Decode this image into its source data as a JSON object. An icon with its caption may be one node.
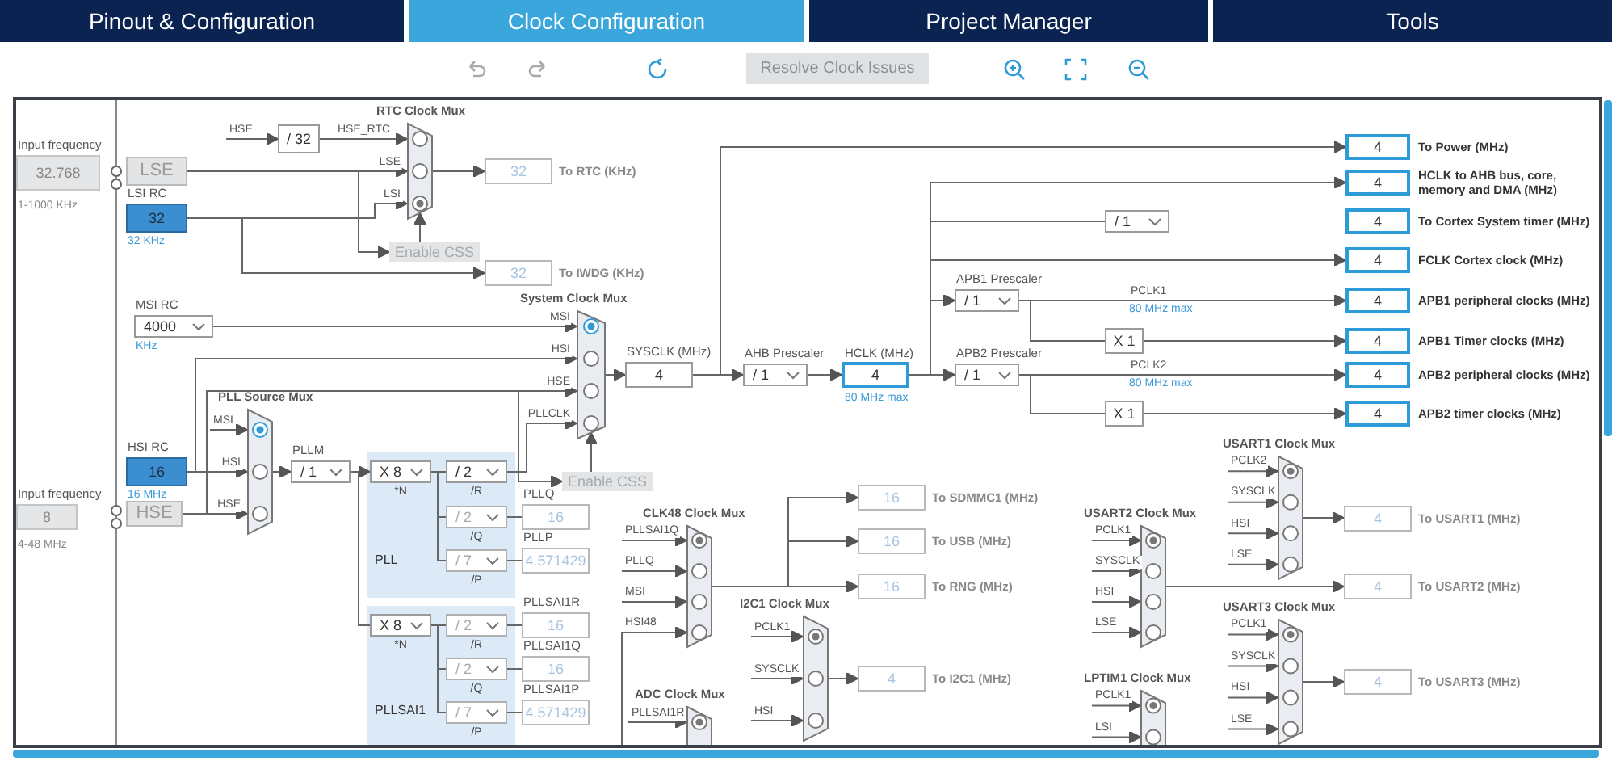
{
  "diagram": {
    "nodes": [
      {
        "text": [
          "Input frequency",
          "32.768",
          "1-1000 KHz"
        ]
      },
      {
        "text": [
          "LSE"
        ]
      },
      {
        "text": [
          "LSI RC",
          "32",
          "32 KHz"
        ]
      },
      {
        "text": [
          "MSI RC",
          "4000",
          "KHz"
        ]
      },
      {
        "text": [
          "HSI RC",
          "16",
          "16 MHz"
        ]
      },
      {
        "text": [
          "Input frequency",
          "8",
          "4-48 MHz"
        ]
      },
      {
        "text": [
          "HSE"
        ]
      },
      {
        "text": [
          "/ 32"
        ]
      },
      {
        "text": [
          "RTC Clock Mux"
        ]
      },
      {
        "text": [
          "32"
        ],
        "beside": [
          "To RTC (KHz)"
        ]
      },
      {
        "text": [
          "Enable CSS"
        ]
      },
      {
        "text": [
          "32"
        ],
        "beside": [
          "To IWDG (KHz)"
        ]
      },
      {
        "text": [
          "System Clock Mux"
        ]
      },
      {
        "text": [
          "PLL Source Mux"
        ]
      },
      {
        "text": [
          "PLLM",
          "/ 1"
        ]
      },
      {
        "text": [
          "PLL"
        ]
      },
      {
        "text": [
          "X 8",
          "*N"
        ],
        "in": 15
      },
      {
        "text": [
          "/ 2",
          "/R"
        ],
        "in": 15
      },
      {
        "text": [
          "/ 2",
          "/Q"
        ],
        "in": 15
      },
      {
        "text": [
          "/ 7",
          "/P"
        ],
        "in": 15
      },
      {
        "text": [
          "PLLQ",
          "16"
        ]
      },
      {
        "text": [
          "PLLP",
          "4.571429"
        ]
      },
      {
        "text": [
          "PLLSAI1"
        ]
      },
      {
        "text": [
          "X 8",
          "*N"
        ],
        "in": 22
      },
      {
        "text": [
          "/ 2",
          "/R"
        ],
        "in": 22
      },
      {
        "text": [
          "/ 2",
          "/Q"
        ],
        "in": 22
      },
      {
        "text": [
          "/ 7",
          "/P"
        ],
        "in": 22
      },
      {
        "text": [
          "PLLSAI1R",
          "16"
        ]
      },
      {
        "text": [
          "PLLSAI1Q",
          "16"
        ]
      },
      {
        "text": [
          "PLLSAI1P",
          "4.571429"
        ]
      },
      {
        "text": [
          "Enable CSS"
        ]
      },
      {
        "text": [
          "SYSCLK (MHz)",
          "4"
        ]
      },
      {
        "text": [
          "AHB Prescaler",
          "/ 1"
        ]
      },
      {
        "text": [
          "HCLK (MHz)",
          "4",
          "80 MHz max"
        ]
      },
      {
        "text": [
          "/ 1"
        ]
      },
      {
        "text": [
          "APB1 Prescaler",
          "/ 1"
        ]
      },
      {
        "text": [
          "APB2 Prescaler",
          "/ 1"
        ]
      },
      {
        "text": [
          "X 1"
        ]
      },
      {
        "text": [
          "X 1"
        ]
      },
      {
        "text": [
          "4"
        ],
        "beside": [
          "To Power (MHz)"
        ]
      },
      {
        "text": [
          "4"
        ],
        "beside": [
          "HCLK to AHB bus, core, memory and DMA (MHz)"
        ]
      },
      {
        "text": [
          "4"
        ],
        "beside": [
          "To Cortex System timer (MHz)"
        ]
      },
      {
        "text": [
          "4"
        ],
        "beside": [
          "FCLK Cortex clock (MHz)"
        ]
      },
      {
        "text": [
          "4"
        ],
        "beside": [
          "APB1 peripheral clocks (MHz)"
        ]
      },
      {
        "text": [
          "4"
        ],
        "beside": [
          "APB1 Timer clocks (MHz)"
        ]
      },
      {
        "text": [
          "4"
        ],
        "beside": [
          "APB2 peripheral clocks (MHz)"
        ]
      },
      {
        "text": [
          "4"
        ],
        "beside": [
          "APB2 timer clocks (MHz)"
        ]
      },
      {
        "text": [
          "CLK48 Clock Mux"
        ]
      },
      {
        "text": [
          "16"
        ],
        "beside": [
          "To SDMMC1 (MHz)"
        ]
      },
      {
        "text": [
          "16"
        ],
        "beside": [
          "To USB (MHz)"
        ]
      },
      {
        "text": [
          "16"
        ],
        "beside": [
          "To RNG (MHz)"
        ]
      },
      {
        "text": [
          "I2C1 Clock Mux"
        ]
      },
      {
        "text": [
          "4"
        ],
        "beside": [
          "To I2C1 (MHz)"
        ]
      },
      {
        "text": [
          "ADC Clock Mux"
        ]
      },
      {
        "text": [
          "USART1 Clock Mux"
        ]
      },
      {
        "text": [
          "4"
        ],
        "beside": [
          "To USART1 (MHz)"
        ]
      },
      {
        "text": [
          "USART2 Clock Mux"
        ]
      },
      {
        "text": [
          "4"
        ],
        "beside": [
          "To USART2 (MHz)"
        ]
      },
      {
        "text": [
          "USART3 Clock Mux"
        ]
      },
      {
        "text": [
          "4"
        ],
        "beside": [
          "To USART3 (MHz)"
        ]
      },
      {
        "text": [
          "LPTIM1 Clock Mux"
        ]
      }
    ],
    "edges": [
      {
        "from": null,
        "to": 7,
        "arrow": "to",
        "label": "HSE"
      },
      {
        "from": 7,
        "to": 8,
        "arrow": "to",
        "label": "HSE_RTC"
      },
      {
        "from": 1,
        "to": 8,
        "arrow": "to",
        "label": "LSE"
      },
      {
        "from": 2,
        "to": 8,
        "arrow": "to",
        "label": "LSI"
      },
      {
        "from": 1,
        "to": 10,
        "arrow": "to"
      },
      {
        "from": 10,
        "to": 8,
        "arrow": "to"
      },
      {
        "from": 8,
        "to": 9,
        "arrow": "to"
      },
      {
        "from": 2,
        "to": 11,
        "arrow": "to"
      },
      {
        "from": 3,
        "to": 12,
        "arrow": "to",
        "label": "MSI"
      },
      {
        "from": 4,
        "to": 12,
        "arrow": "to",
        "label": "HSI"
      },
      {
        "from": 6,
        "to": 12,
        "arrow": "to",
        "label": "HSE"
      },
      {
        "from": 17,
        "to": 12,
        "arrow": "to",
        "label": "PLLCLK"
      },
      {
        "from": 6,
        "to": 30,
        "arrow": "to"
      },
      {
        "from": 30,
        "to": 12,
        "arrow": "to"
      },
      {
        "from": null,
        "to": 13,
        "arrow": "to",
        "label": "MSI"
      },
      {
        "from": 4,
        "to": 13,
        "arrow": "to",
        "label": "HSI"
      },
      {
        "from": 6,
        "to": 13,
        "arrow": "to",
        "label": "HSE"
      },
      {
        "from": 13,
        "to": 14,
        "arrow": "to"
      },
      {
        "from": 14,
        "to": 16,
        "arrow": "to"
      },
      {
        "from": 14,
        "to": 23,
        "arrow": "none"
      },
      {
        "from": 16,
        "to": 17,
        "arrow": "none"
      },
      {
        "from": 16,
        "to": 18,
        "arrow": "none"
      },
      {
        "from": 16,
        "to": 19,
        "arrow": "none"
      },
      {
        "from": 18,
        "to": 20,
        "arrow": "none"
      },
      {
        "from": 19,
        "to": 21,
        "arrow": "none"
      },
      {
        "from": 23,
        "to": 24,
        "arrow": "none"
      },
      {
        "from": 23,
        "to": 25,
        "arrow": "none"
      },
      {
        "from": 23,
        "to": 26,
        "arrow": "none"
      },
      {
        "from": 24,
        "to": 27,
        "arrow": "none"
      },
      {
        "from": 25,
        "to": 28,
        "arrow": "none"
      },
      {
        "from": 26,
        "to": 29,
        "arrow": "none"
      },
      {
        "from": 12,
        "to": 31,
        "arrow": "to"
      },
      {
        "from": 31,
        "to": 32,
        "arrow": "to"
      },
      {
        "from": 31,
        "to": 39,
        "arrow": "to"
      },
      {
        "from": 32,
        "to": 33,
        "arrow": "to"
      },
      {
        "from": 33,
        "to": 40,
        "arrow": "to"
      },
      {
        "from": 33,
        "to": 34,
        "arrow": "none"
      },
      {
        "from": 33,
        "to": 42,
        "arrow": "to"
      },
      {
        "from": 33,
        "to": 35,
        "arrow": "to"
      },
      {
        "from": 33,
        "to": 36,
        "arrow": "to"
      },
      {
        "from": 35,
        "to": 43,
        "arrow": "to",
        "label": "PCLK1"
      },
      {
        "from": 35,
        "to": 37,
        "arrow": "none"
      },
      {
        "from": 37,
        "to": 44,
        "arrow": "to"
      },
      {
        "from": 36,
        "to": 45,
        "arrow": "to",
        "label": "PCLK2"
      },
      {
        "from": 36,
        "to": 38,
        "arrow": "none"
      },
      {
        "from": 38,
        "to": 46,
        "arrow": "to"
      },
      {
        "from": null,
        "to": 47,
        "arrow": "to",
        "label": "PLLSAI1Q"
      },
      {
        "from": null,
        "to": 47,
        "arrow": "to",
        "label": "PLLQ"
      },
      {
        "from": null,
        "to": 47,
        "arrow": "to",
        "label": "MSI"
      },
      {
        "from": null,
        "to": 47,
        "arrow": "to",
        "label": "HSI48"
      },
      {
        "from": 47,
        "to": 48,
        "arrow": "to"
      },
      {
        "from": 47,
        "to": 49,
        "arrow": "to"
      },
      {
        "from": 47,
        "to": 50,
        "arrow": "to"
      },
      {
        "from": null,
        "to": 51,
        "arrow": "to",
        "label": "PCLK1"
      },
      {
        "from": null,
        "to": 51,
        "arrow": "to",
        "label": "SYSCLK"
      },
      {
        "from": null,
        "to": 51,
        "arrow": "to",
        "label": "HSI"
      },
      {
        "from": 51,
        "to": 52,
        "arrow": "to"
      },
      {
        "from": null,
        "to": 53,
        "arrow": "to",
        "label": "PLLSAI1R"
      },
      {
        "from": null,
        "to": 54,
        "arrow": "to",
        "label": "PCLK2"
      },
      {
        "from": null,
        "to": 54,
        "arrow": "to",
        "label": "SYSCLK"
      },
      {
        "from": null,
        "to": 54,
        "arrow": "to",
        "label": "HSI"
      },
      {
        "from": null,
        "to": 54,
        "arrow": "to",
        "label": "LSE"
      },
      {
        "from": 54,
        "to": 55,
        "arrow": "to"
      },
      {
        "from": null,
        "to": 56,
        "arrow": "to",
        "label": "PCLK1"
      },
      {
        "from": null,
        "to": 56,
        "arrow": "to",
        "label": "SYSCLK"
      },
      {
        "from": null,
        "to": 56,
        "arrow": "to",
        "label": "HSI"
      },
      {
        "from": null,
        "to": 56,
        "arrow": "to",
        "label": "LSE"
      },
      {
        "from": 56,
        "to": 57,
        "arrow": "to"
      },
      {
        "from": null,
        "to": 58,
        "arrow": "to",
        "label": "PCLK1"
      },
      {
        "from": null,
        "to": 58,
        "arrow": "to",
        "label": "SYSCLK"
      },
      {
        "from": null,
        "to": 58,
        "arrow": "to",
        "label": "HSI"
      },
      {
        "from": null,
        "to": 58,
        "arrow": "to",
        "label": "LSE"
      },
      {
        "from": 58,
        "to": 59,
        "arrow": "to"
      },
      {
        "from": null,
        "to": 60,
        "arrow": "to",
        "label": "PCLK1"
      },
      {
        "from": null,
        "to": 60,
        "arrow": "to",
        "label": "LSI"
      }
    ],
    "labels": [
      "Pinout & Configuration",
      "Clock Configuration",
      "Project Manager",
      "Tools",
      "Resolve Clock Issues",
      "80 MHz max",
      "80 MHz max"
    ]
  }
}
